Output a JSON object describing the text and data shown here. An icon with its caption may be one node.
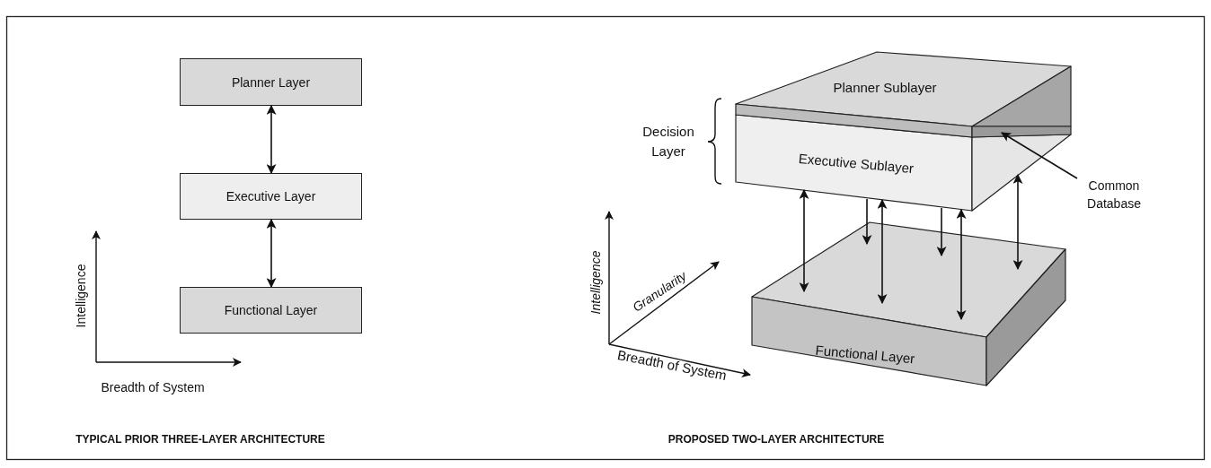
{
  "diagram": {
    "nodes": [
      {
        "text": [
          "Planner Layer"
        ]
      },
      {
        "text": [
          "Executive Layer"
        ]
      },
      {
        "text": [
          "Functional Layer"
        ]
      },
      {
        "text": [
          "Planner Sublayer"
        ]
      },
      {
        "text": [
          "Executive Sublayer"
        ]
      },
      {
        "text": [
          "Functional Layer"
        ]
      },
      {
        "text": [
          "Common Database"
        ]
      },
      {
        "text": [],
        "shape": "bar"
      }
    ],
    "edges": [
      {
        "from": 0,
        "to": 1,
        "arrow": "both"
      },
      {
        "from": 1,
        "to": 2,
        "arrow": "both"
      },
      {
        "from": 4,
        "to": 5,
        "arrow": "both"
      },
      {
        "from": 4,
        "to": 5,
        "arrow": "to"
      },
      {
        "from": 4,
        "to": 5,
        "arrow": "both"
      },
      {
        "from": 4,
        "to": 5,
        "arrow": "to"
      },
      {
        "from": 4,
        "to": 5,
        "arrow": "both"
      },
      {
        "from": 4,
        "to": 5,
        "arrow": "both"
      },
      {
        "from": 6,
        "to": 7,
        "arrow": "to"
      }
    ],
    "labels": [
      "Decision Layer",
      "Intelligence",
      "Breadth of System",
      "Intelligence",
      "Granularity",
      "Breadth of System",
      "TYPICAL PRIOR THREE-LAYER ARCHITECTURE",
      "PROPOSED TWO-LAYER ARCHITECTURE"
    ]
  }
}
